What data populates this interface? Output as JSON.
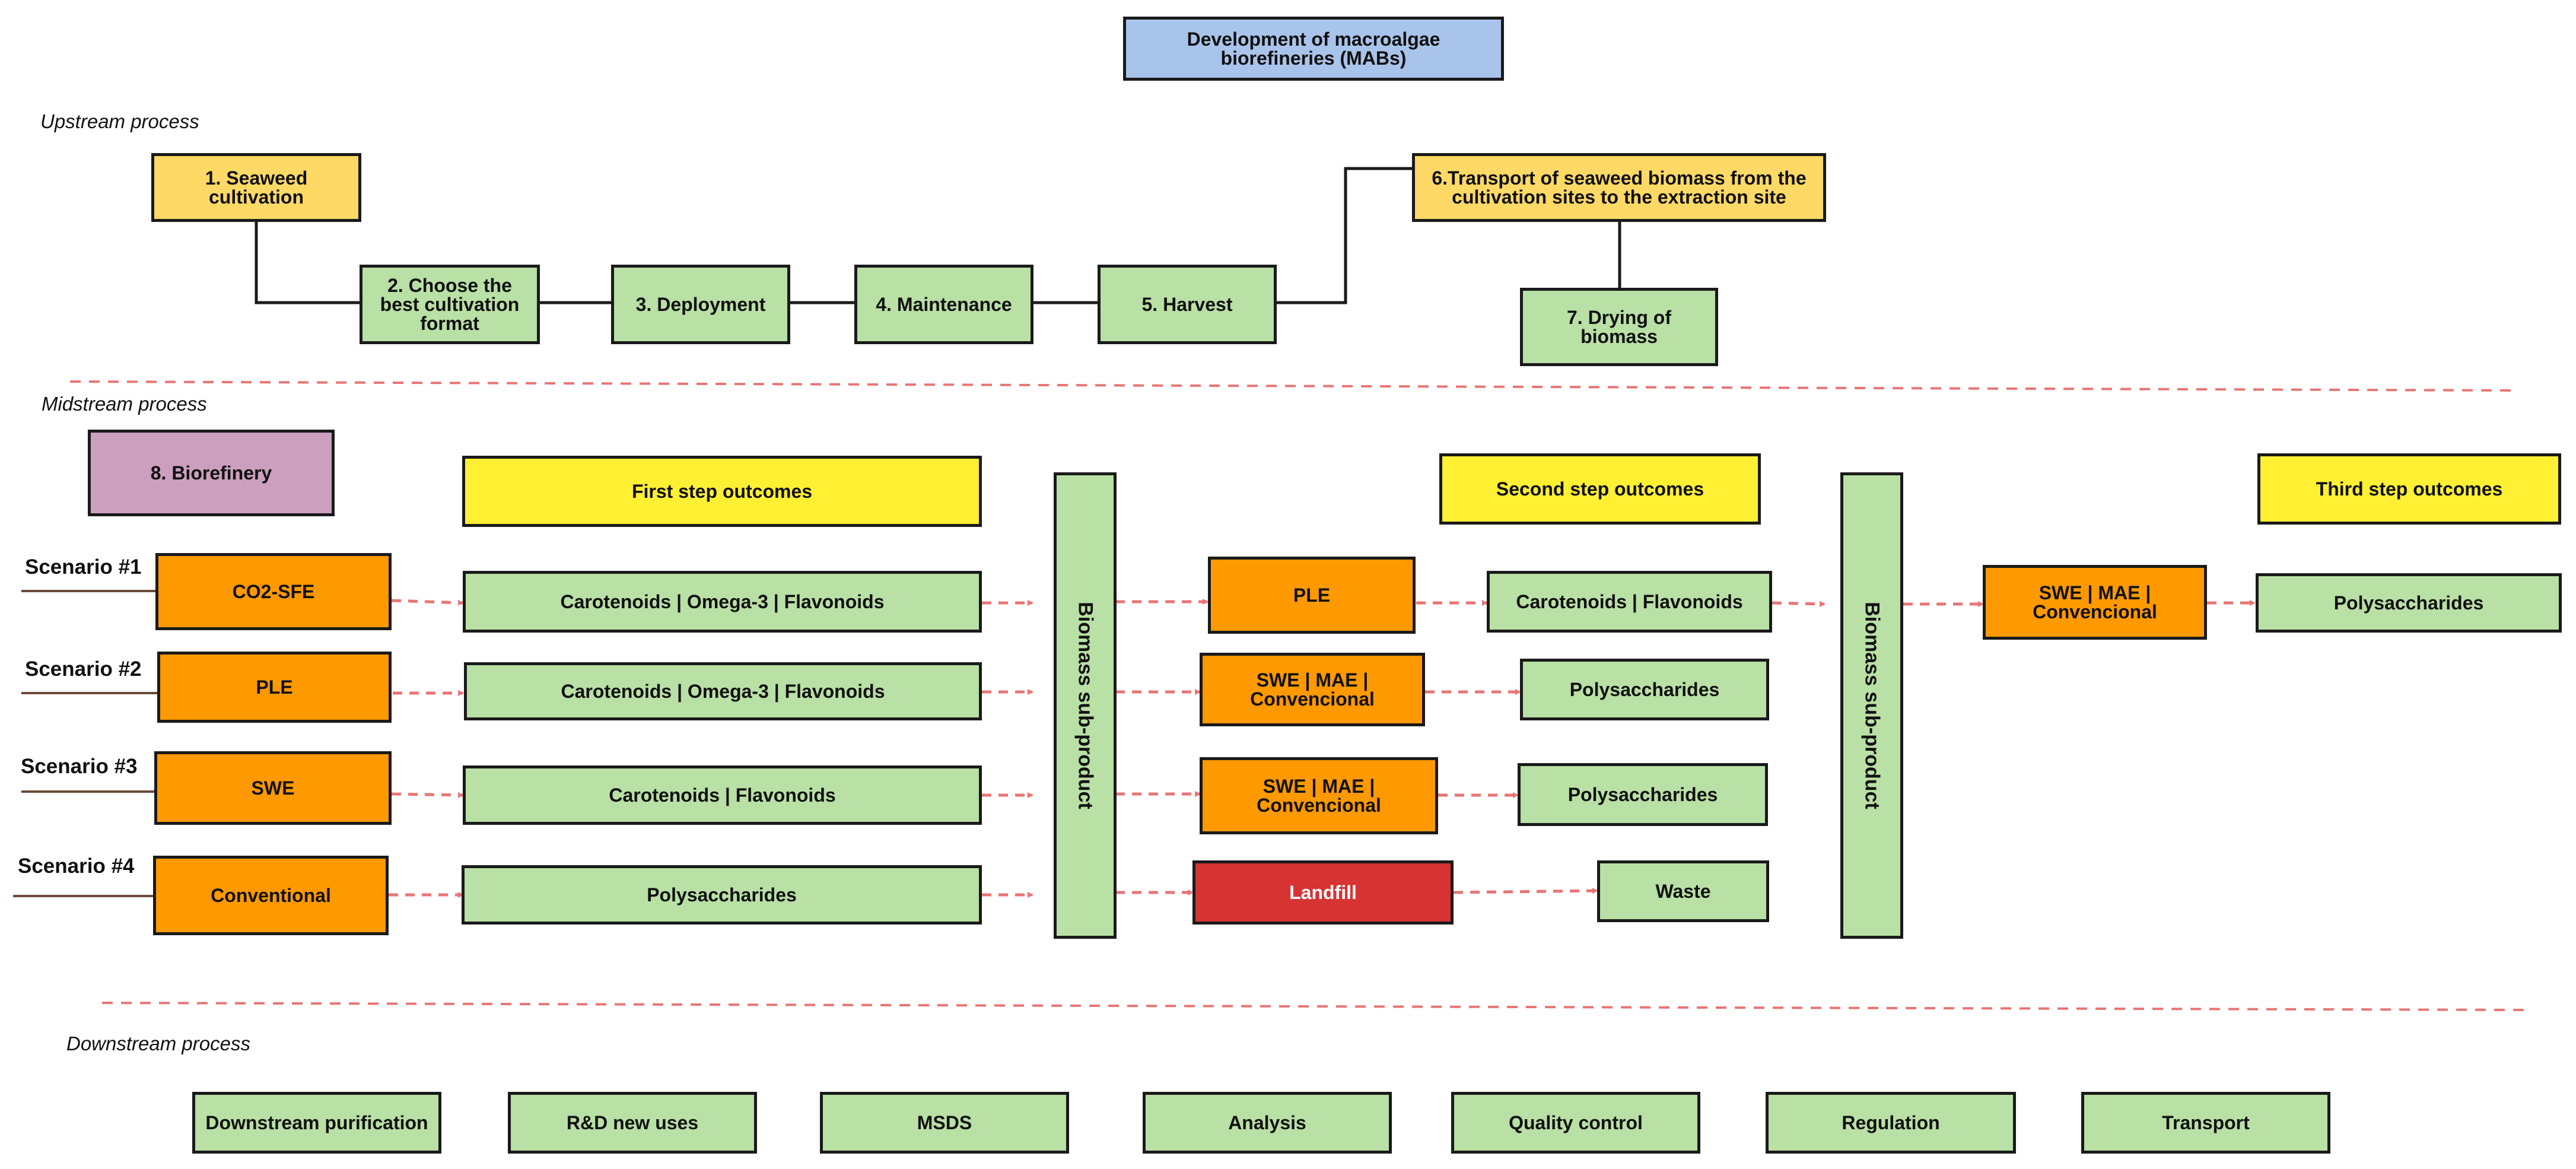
{
  "title": "Development of macroalgae\nbiorefineries (MABs)",
  "sections": {
    "upstream": "Upstream process",
    "midstream": "Midstream process",
    "downstream": "Downstream process"
  },
  "upstream": {
    "s1": "1. Seaweed\ncultivation",
    "s2": "2. Choose the\nbest cultivation\nformat",
    "s3": "3. Deployment",
    "s4": "4. Maintenance",
    "s5": "5. Harvest",
    "s6": "6.Transport of seaweed biomass from the\ncultivation sites to the extraction site",
    "s7": "7. Drying of\nbiomass"
  },
  "midstream": {
    "biorefinery": "8. Biorefinery",
    "first_outcomes": "First step outcomes",
    "second_outcomes": "Second step outcomes",
    "third_outcomes": "Third step outcomes",
    "subproduct1": "Biomass sub-product",
    "subproduct2": "Biomass sub-product",
    "scenarios": [
      {
        "label": "Scenario #1",
        "method": "CO2-SFE",
        "first": "Carotenoids | Omega-3 | Flavonoids",
        "method2": "PLE",
        "second": "Carotenoids | Flavonoids",
        "method3": "SWE | MAE |\nConvencional",
        "third": "Polysaccharides"
      },
      {
        "label": "Scenario #2",
        "method": "PLE",
        "first": "Carotenoids | Omega-3 | Flavonoids",
        "method2": "SWE | MAE |\nConvencional",
        "second": "Polysaccharides"
      },
      {
        "label": "Scenario #3",
        "method": "SWE",
        "first": "Carotenoids | Flavonoids",
        "method2": "SWE | MAE |\nConvencional",
        "second": "Polysaccharides"
      },
      {
        "label": "Scenario #4",
        "method": "Conventional",
        "first": "Polysaccharides",
        "method2": "Landfill",
        "second": "Waste"
      }
    ]
  },
  "downstream": [
    "Downstream purification",
    "R&D new uses",
    "MSDS",
    "Analysis",
    "Quality control",
    "Regulation",
    "Transport"
  ],
  "colors": {
    "green": "#b9e0a5",
    "orange": "#ff9900",
    "yellow": "#fff033",
    "gold": "#ffd966",
    "purple": "#cd9fbf",
    "blue": "#a9c4eb",
    "red": "#d73333",
    "arrow": "#e87575",
    "connector_brown": "#6b4a3a"
  }
}
